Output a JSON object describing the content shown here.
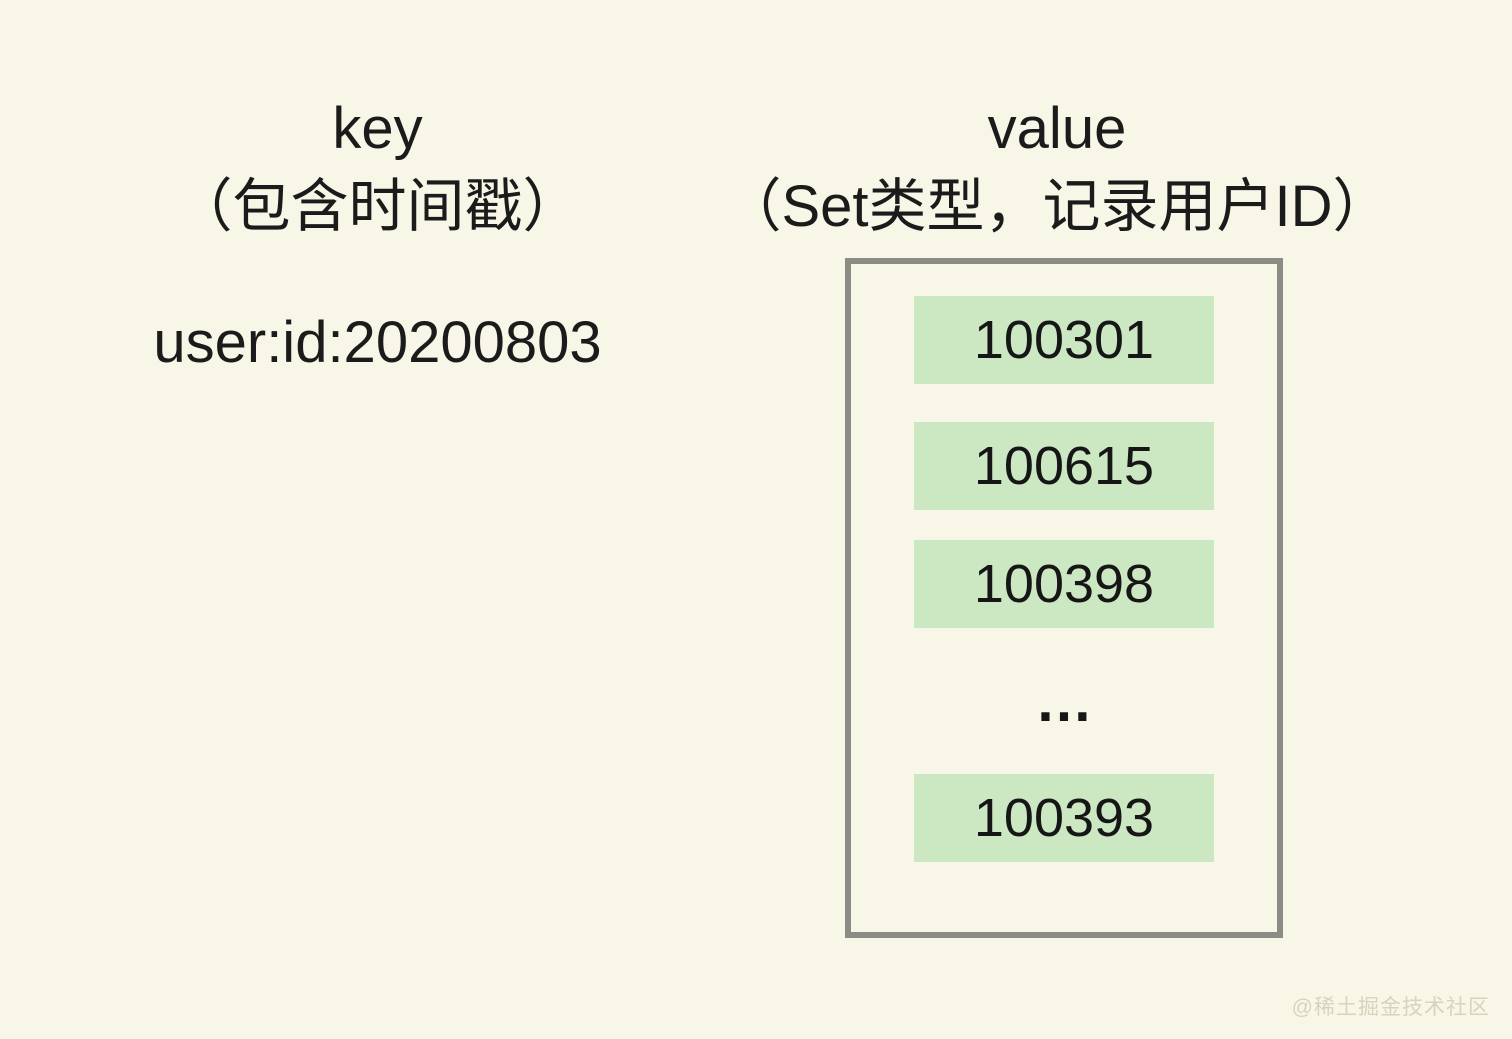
{
  "key_column": {
    "title": "key",
    "subtitle": "（包含时间戳）",
    "key_value": "user:id:20200803"
  },
  "value_column": {
    "title": "value",
    "subtitle": "（Set类型，记录用户ID）",
    "set_items": [
      "100301",
      "100615",
      "100398"
    ],
    "ellipsis": "…",
    "last_item": "100393"
  },
  "watermark": "@稀土掘金技术社区",
  "colors": {
    "background": "#f8f6e6",
    "set_item_green": "#cbe8c3",
    "box_border_gray": "#8c8c86",
    "text": "#1b1b1b",
    "watermark": "#d7d3bd"
  }
}
